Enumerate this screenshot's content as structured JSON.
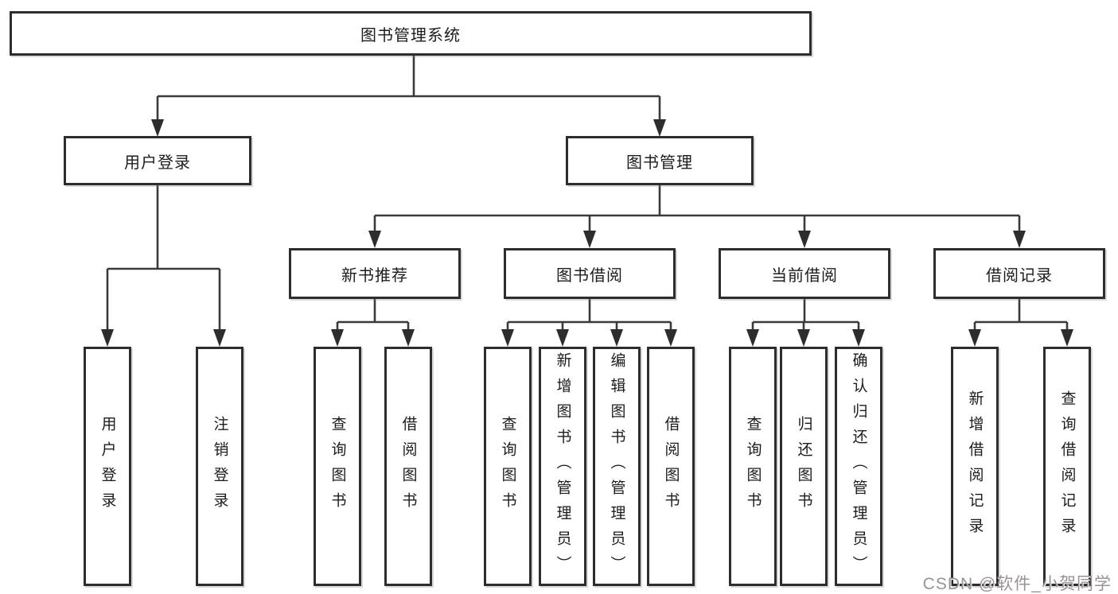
{
  "diagram": {
    "title": "图书管理系统",
    "nodes": {
      "root": "图书管理系统",
      "user_login": "用户登录",
      "book_mgmt": "图书管理",
      "login_leaf": "用户登录",
      "logout_leaf": "注销登录",
      "new_book_rec": "新书推荐",
      "book_borrow": "图书借阅",
      "current_borrow": "当前借阅",
      "borrow_records": "借阅记录",
      "rec_query_books": "查询图书",
      "rec_borrow_books": "借阅图书",
      "bb_query_books": "查询图书",
      "bb_add_books": "新增图书（管理员）",
      "bb_edit_books": "编辑图书（管理员）",
      "bb_borrow_books": "借阅图书",
      "cb_query_books": "查询图书",
      "cb_return_books": "归还图书",
      "cb_confirm_return": "确认归还（管理员）",
      "br_add_record": "新增借阅记录",
      "br_query_record": "查询借阅记录"
    },
    "line_color": "#3a3a3a",
    "border_color": "#2d2d2d"
  },
  "watermark": "CSDN @软件_小贺同学"
}
